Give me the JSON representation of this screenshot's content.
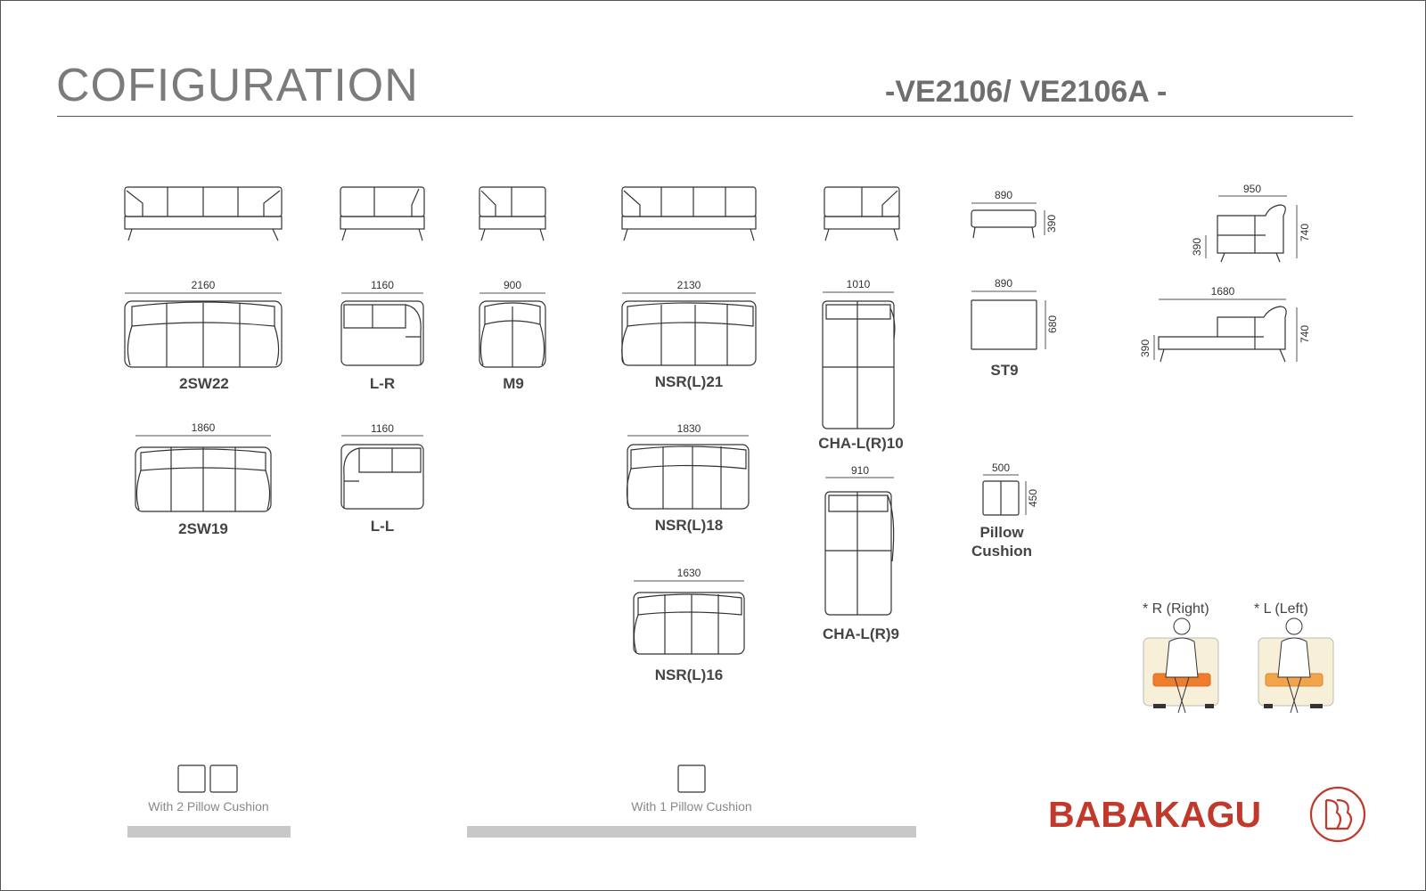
{
  "header": {
    "title": "COFIGURATION",
    "model": "-VE2106/ VE2106A -"
  },
  "modules": {
    "m2sw22": {
      "label": "2SW22",
      "width": "2160"
    },
    "lr": {
      "label": "L-R",
      "width": "1160"
    },
    "m9": {
      "label": "M9",
      "width": "900"
    },
    "nsr21": {
      "label": "NSR(L)21",
      "width": "2130"
    },
    "cha10": {
      "label": "CHA-L(R)10",
      "width": "1010"
    },
    "st9": {
      "label": "ST9",
      "top_width": "890",
      "top_height": "390",
      "width": "890",
      "depth": "680"
    },
    "m2sw19": {
      "label": "2SW19",
      "width": "1860"
    },
    "ll": {
      "label": "L-L",
      "width": "1160"
    },
    "nsr18": {
      "label": "NSR(L)18",
      "width": "1830"
    },
    "cha9": {
      "label": "CHA-L(R)9",
      "width": "910"
    },
    "pillow": {
      "label_line1": "Pillow",
      "label_line2": "Cushion",
      "width": "500",
      "height": "450"
    },
    "nsr16": {
      "label": "NSR(L)16",
      "width": "1630"
    }
  },
  "side_views": {
    "module_side": {
      "width": "950",
      "seat_height": "390",
      "back_height": "740"
    },
    "chaise_side": {
      "width": "1680",
      "seat_height": "390",
      "back_height": "740"
    }
  },
  "orientation": {
    "right": "* R (Right)",
    "left": "* L (Left)"
  },
  "legend": {
    "two_pillow": "With 2 Pillow Cushion",
    "one_pillow": "With 1 Pillow Cushion"
  },
  "brand": {
    "name": "BABAKAGU",
    "color": "#c0392b"
  }
}
